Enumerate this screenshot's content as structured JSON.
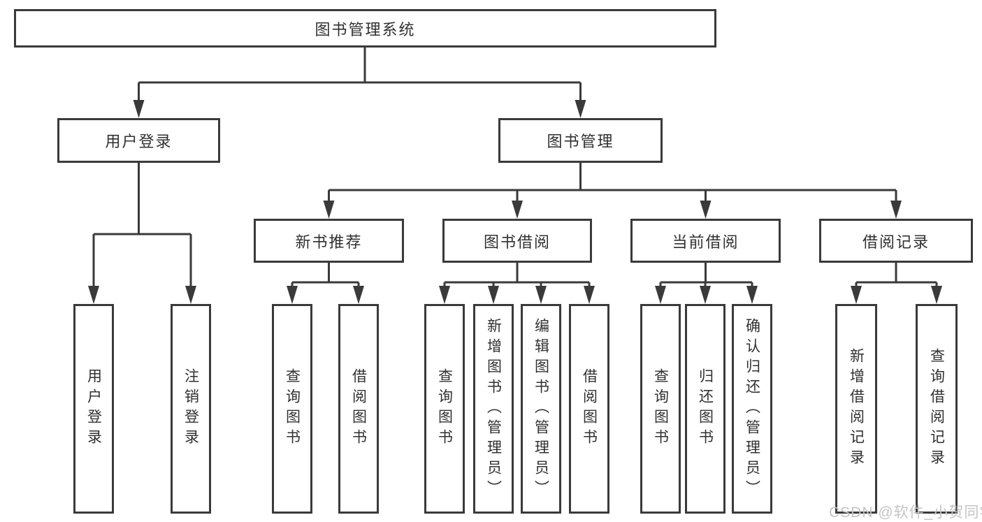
{
  "tree": {
    "root": {
      "label": "图书管理系统"
    },
    "branches": [
      {
        "label": "用户登录",
        "children": [
          {
            "label": "用户登录"
          },
          {
            "label": "注销登录"
          }
        ]
      },
      {
        "label": "图书管理",
        "children": [
          {
            "label": "新书推荐",
            "children": [
              {
                "label": "查询图书"
              },
              {
                "label": "借阅图书"
              }
            ]
          },
          {
            "label": "图书借阅",
            "children": [
              {
                "label": "查询图书"
              },
              {
                "label": "新增图书（管理员）"
              },
              {
                "label": "编辑图书（管理员）"
              },
              {
                "label": "借阅图书"
              }
            ]
          },
          {
            "label": "当前借阅",
            "children": [
              {
                "label": "查询图书"
              },
              {
                "label": "归还图书"
              },
              {
                "label": "确认归还（管理员）"
              }
            ]
          },
          {
            "label": "借阅记录",
            "children": [
              {
                "label": "新增借阅记录"
              },
              {
                "label": "查询借阅记录"
              }
            ]
          }
        ]
      }
    ]
  },
  "watermark": {
    "text": "CSDN @软件_小贺同学"
  },
  "colors": {
    "line": "#3a3a3a",
    "box_border": "#3a3a3a",
    "box_fill": "#ffffff",
    "text": "#303030",
    "watermark": "#c4c4c4",
    "background": "#ffffff"
  }
}
